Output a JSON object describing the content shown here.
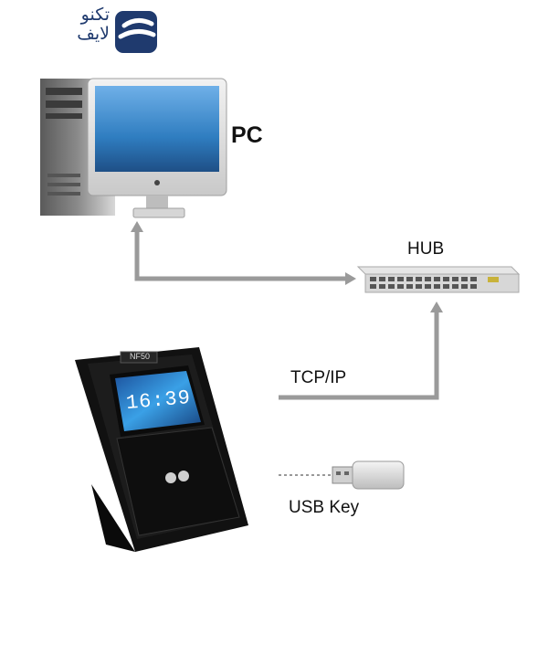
{
  "logo": {
    "line1": "تكنو",
    "line2": "لايف",
    "color": "#1f3a6e"
  },
  "labels": {
    "pc": "PC",
    "hub": "HUB",
    "tcpip": "TCP/IP",
    "usb_key": "USB Key"
  },
  "device": {
    "brand": "NF50",
    "clock": "16:39"
  },
  "colors": {
    "connector": "#9a9a9a",
    "screen": "#2f7dc0",
    "device_body": "#1c1c1c"
  }
}
